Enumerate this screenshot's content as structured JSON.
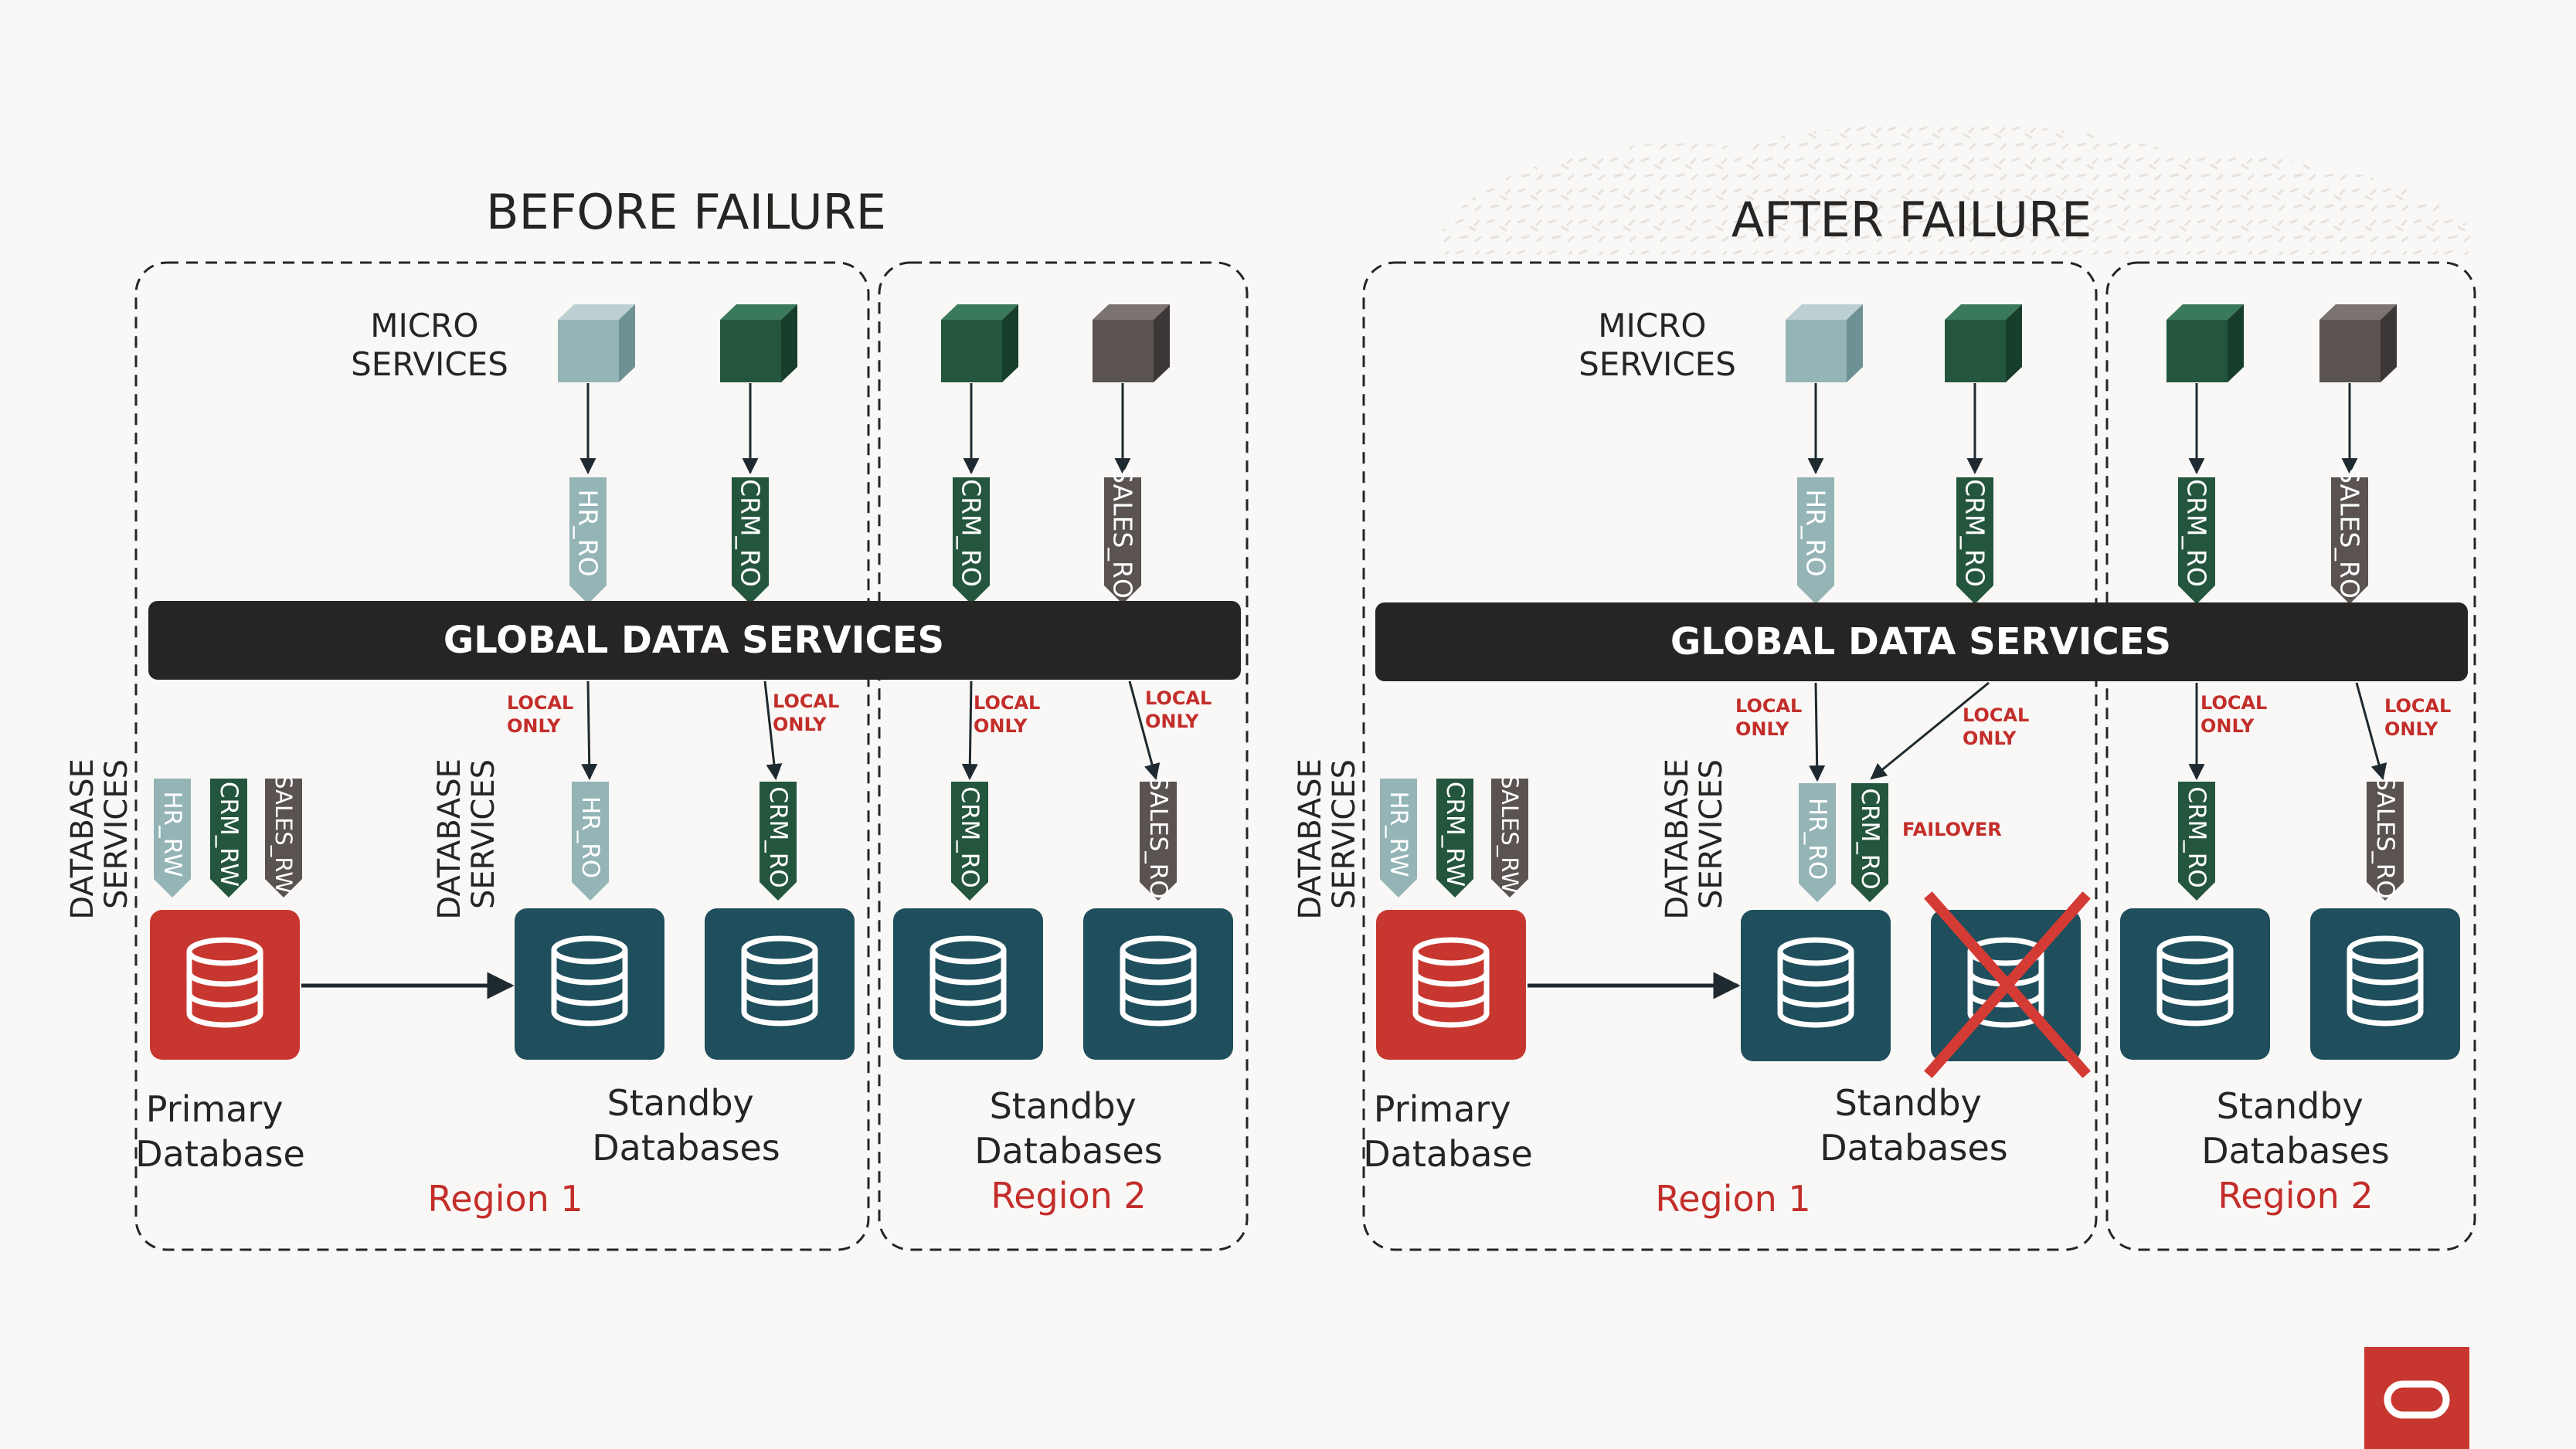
{
  "colors": {
    "background": "#f9f8f6",
    "light_teal": "#94b4b6",
    "dark_green": "#24563d",
    "dark_gray": "#5a5352",
    "db_navy": "#1f4e5c",
    "primary_red": "#c7372f",
    "gds_bar": "#272524",
    "label_red": "#c32e2a",
    "text": "#272524",
    "fail_x": "#d43b35"
  },
  "panels": [
    {
      "title": "BEFORE FAILURE",
      "micro_services_label": [
        "MICRO",
        "SERVICES"
      ],
      "gds_label": "GLOBAL DATA SERVICES",
      "region1": {
        "label": "Region 1",
        "database_services_label": [
          "DATABASE",
          "SERVICES"
        ],
        "primary_services": [
          "HR_RW",
          "CRM_RW",
          "SALES_RW"
        ],
        "primary_label": [
          "Primary",
          "Database"
        ],
        "standby_label": [
          "Standby",
          "Databases"
        ],
        "gds_tags": [
          "HR_RO",
          "CRM_RO"
        ],
        "local_tags": [
          "HR_RO",
          "CRM_RO"
        ],
        "local_only": [
          "LOCAL",
          "ONLY"
        ]
      },
      "region2": {
        "label": "Region 2",
        "standby_label": [
          "Standby",
          "Databases"
        ],
        "gds_tags": [
          "CRM_RO",
          "SALES_RO"
        ],
        "local_tags": [
          "CRM_RO",
          "SALES_RO"
        ],
        "local_only": [
          "LOCAL",
          "ONLY"
        ]
      }
    },
    {
      "title": "AFTER FAILURE",
      "micro_services_label": [
        "MICRO",
        "SERVICES"
      ],
      "gds_label": "GLOBAL DATA SERVICES",
      "failover_label": "FAILOVER",
      "region1": {
        "label": "Region 1",
        "database_services_label": [
          "DATABASE",
          "SERVICES"
        ],
        "primary_services": [
          "HR_RW",
          "CRM_RW",
          "SALES_RW"
        ],
        "primary_label": [
          "Primary",
          "Database"
        ],
        "standby_label": [
          "Standby",
          "Databases"
        ],
        "gds_tags": [
          "HR_RO",
          "CRM_RO"
        ],
        "local_tags": [
          "HR_RO",
          "CRM_RO"
        ],
        "local_only": [
          "LOCAL",
          "ONLY"
        ]
      },
      "region2": {
        "label": "Region 2",
        "standby_label": [
          "Standby",
          "Databases"
        ],
        "gds_tags": [
          "CRM_RO",
          "SALES_RO"
        ],
        "local_tags": [
          "CRM_RO",
          "SALES_RO"
        ],
        "local_only": [
          "LOCAL",
          "ONLY"
        ]
      }
    }
  ]
}
